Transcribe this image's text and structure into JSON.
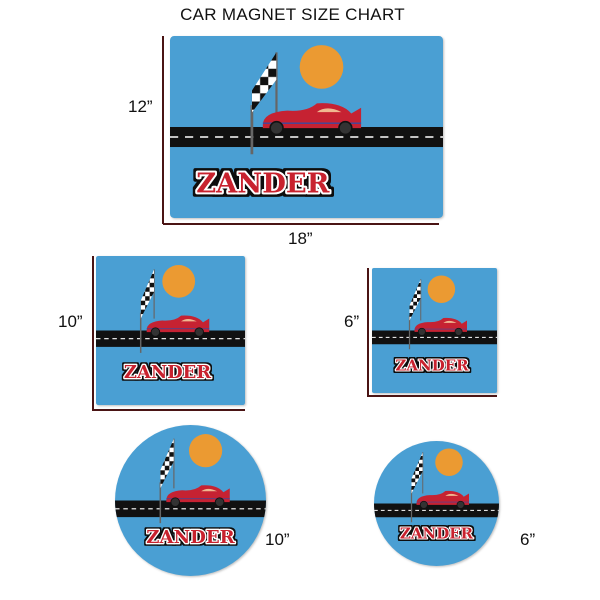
{
  "title": "CAR MAGNET SIZE CHART",
  "name_text": "ZANDER",
  "sizes": {
    "large_rect_height": "12”",
    "large_rect_width": "18”",
    "medium_square": "10”",
    "small_square": "6”",
    "large_circle": "10”",
    "small_circle": "6”"
  },
  "colors": {
    "sky": "#4a9fd3",
    "sun": "#eb9a32",
    "road": "#111111",
    "car": "#c62232",
    "name_fill": "#c8202f",
    "dimension_line": "#4a1414"
  }
}
